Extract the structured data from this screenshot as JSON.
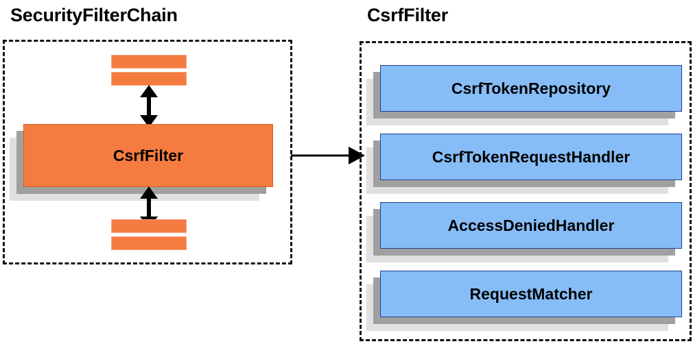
{
  "diagram": {
    "type": "component-relationship-diagram",
    "background_color": "#ffffff",
    "palette": {
      "orange_fill": "#f57c41",
      "orange_border": "#d45b20",
      "blue_fill": "#87bdf7",
      "blue_border": "#1f3f8f",
      "shadow_inner": "#a0a0a0",
      "shadow_outer": "#e0e0e0",
      "line_color": "#000000"
    }
  },
  "left_panel": {
    "title": "SecurityFilterChain",
    "highlighted_component": "CsrfFilter",
    "stubs": [
      {
        "name": "filter-stub-top-1"
      },
      {
        "name": "filter-stub-top-2"
      },
      {
        "name": "filter-stub-bottom-1"
      },
      {
        "name": "filter-stub-bottom-2"
      }
    ],
    "arrows": [
      {
        "name": "arrow-above-csrffilter",
        "direction": "bidirectional-vertical"
      },
      {
        "name": "arrow-below-csrffilter",
        "direction": "bidirectional-vertical"
      }
    ]
  },
  "connector": {
    "name": "left-to-right-connector",
    "direction": "right",
    "from": "CsrfFilter",
    "to": "CsrfFilter"
  },
  "right_panel": {
    "title": "CsrfFilter",
    "collaborators": [
      {
        "label": "CsrfTokenRepository"
      },
      {
        "label": "CsrfTokenRequestHandler"
      },
      {
        "label": "AccessDeniedHandler"
      },
      {
        "label": "RequestMatcher"
      }
    ]
  }
}
